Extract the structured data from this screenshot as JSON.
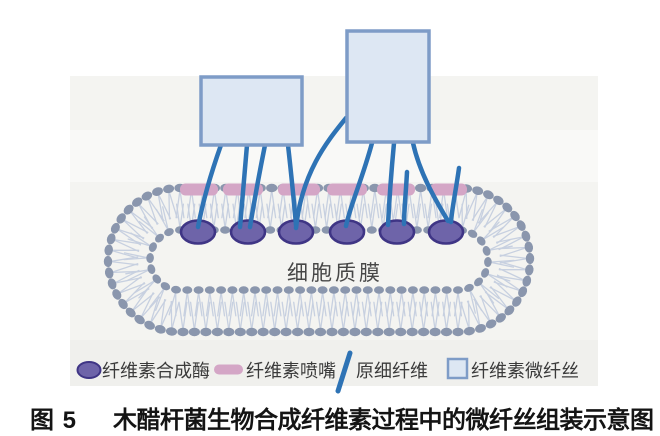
{
  "figure": {
    "membrane_label": "细胞质膜",
    "caption": {
      "tag": "图 5",
      "title": "木醋杆菌生物合成纤维素过程中的微纤丝组装示意图"
    },
    "legend": {
      "items": [
        {
          "id": "cellulose-synthase",
          "swatch": "ellipse",
          "label": "纤维素合成酶"
        },
        {
          "id": "cellulose-nozzle",
          "swatch": "bar",
          "label": "纤维素喷嘴"
        },
        {
          "id": "protofibril",
          "swatch": "slash",
          "label": "原细纤维"
        },
        {
          "id": "cellulose-microfibril",
          "swatch": "square",
          "label": "纤维素微纤丝"
        }
      ]
    },
    "counts": {
      "enzymes": 6,
      "nozzles": 6,
      "microfibril_bundles": 2,
      "protofibrils": 9
    },
    "colors": {
      "panel": "#f4f4f1",
      "lipid_head": "#8a96ad",
      "lipid_tail": "#c7d0e0",
      "enzyme_fill": "#6e64a9",
      "enzyme_stroke": "#3f3585",
      "nozzle": "#d4a6c6",
      "fibril": "#2e73b5",
      "microfibril_fill": "#dde7f3",
      "microfibril_stroke": "#7e9cc7"
    }
  }
}
